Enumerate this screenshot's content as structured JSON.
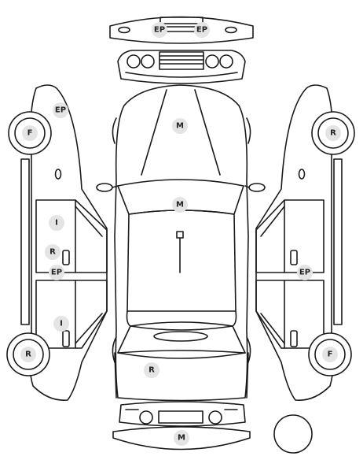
{
  "badges": [
    {
      "id": "front-bumper-left",
      "label": "EP"
    },
    {
      "id": "front-bumper-right",
      "label": "EP"
    },
    {
      "id": "left-front-fender",
      "label": "EP"
    },
    {
      "id": "left-front-wheel",
      "label": "F"
    },
    {
      "id": "hood",
      "label": "M"
    },
    {
      "id": "windshield-roof",
      "label": "M"
    },
    {
      "id": "right-rear-wheel",
      "label": "R"
    },
    {
      "id": "left-front-door",
      "label": "I"
    },
    {
      "id": "left-front-door-handle",
      "label": "R"
    },
    {
      "id": "left-rocker",
      "label": "EP"
    },
    {
      "id": "right-rocker",
      "label": "EP"
    },
    {
      "id": "left-rear-door",
      "label": "I"
    },
    {
      "id": "left-rear-wheel",
      "label": "R"
    },
    {
      "id": "right-front-wheel",
      "label": "F"
    },
    {
      "id": "trunk",
      "label": "R"
    },
    {
      "id": "rear-bumper",
      "label": "M"
    }
  ]
}
